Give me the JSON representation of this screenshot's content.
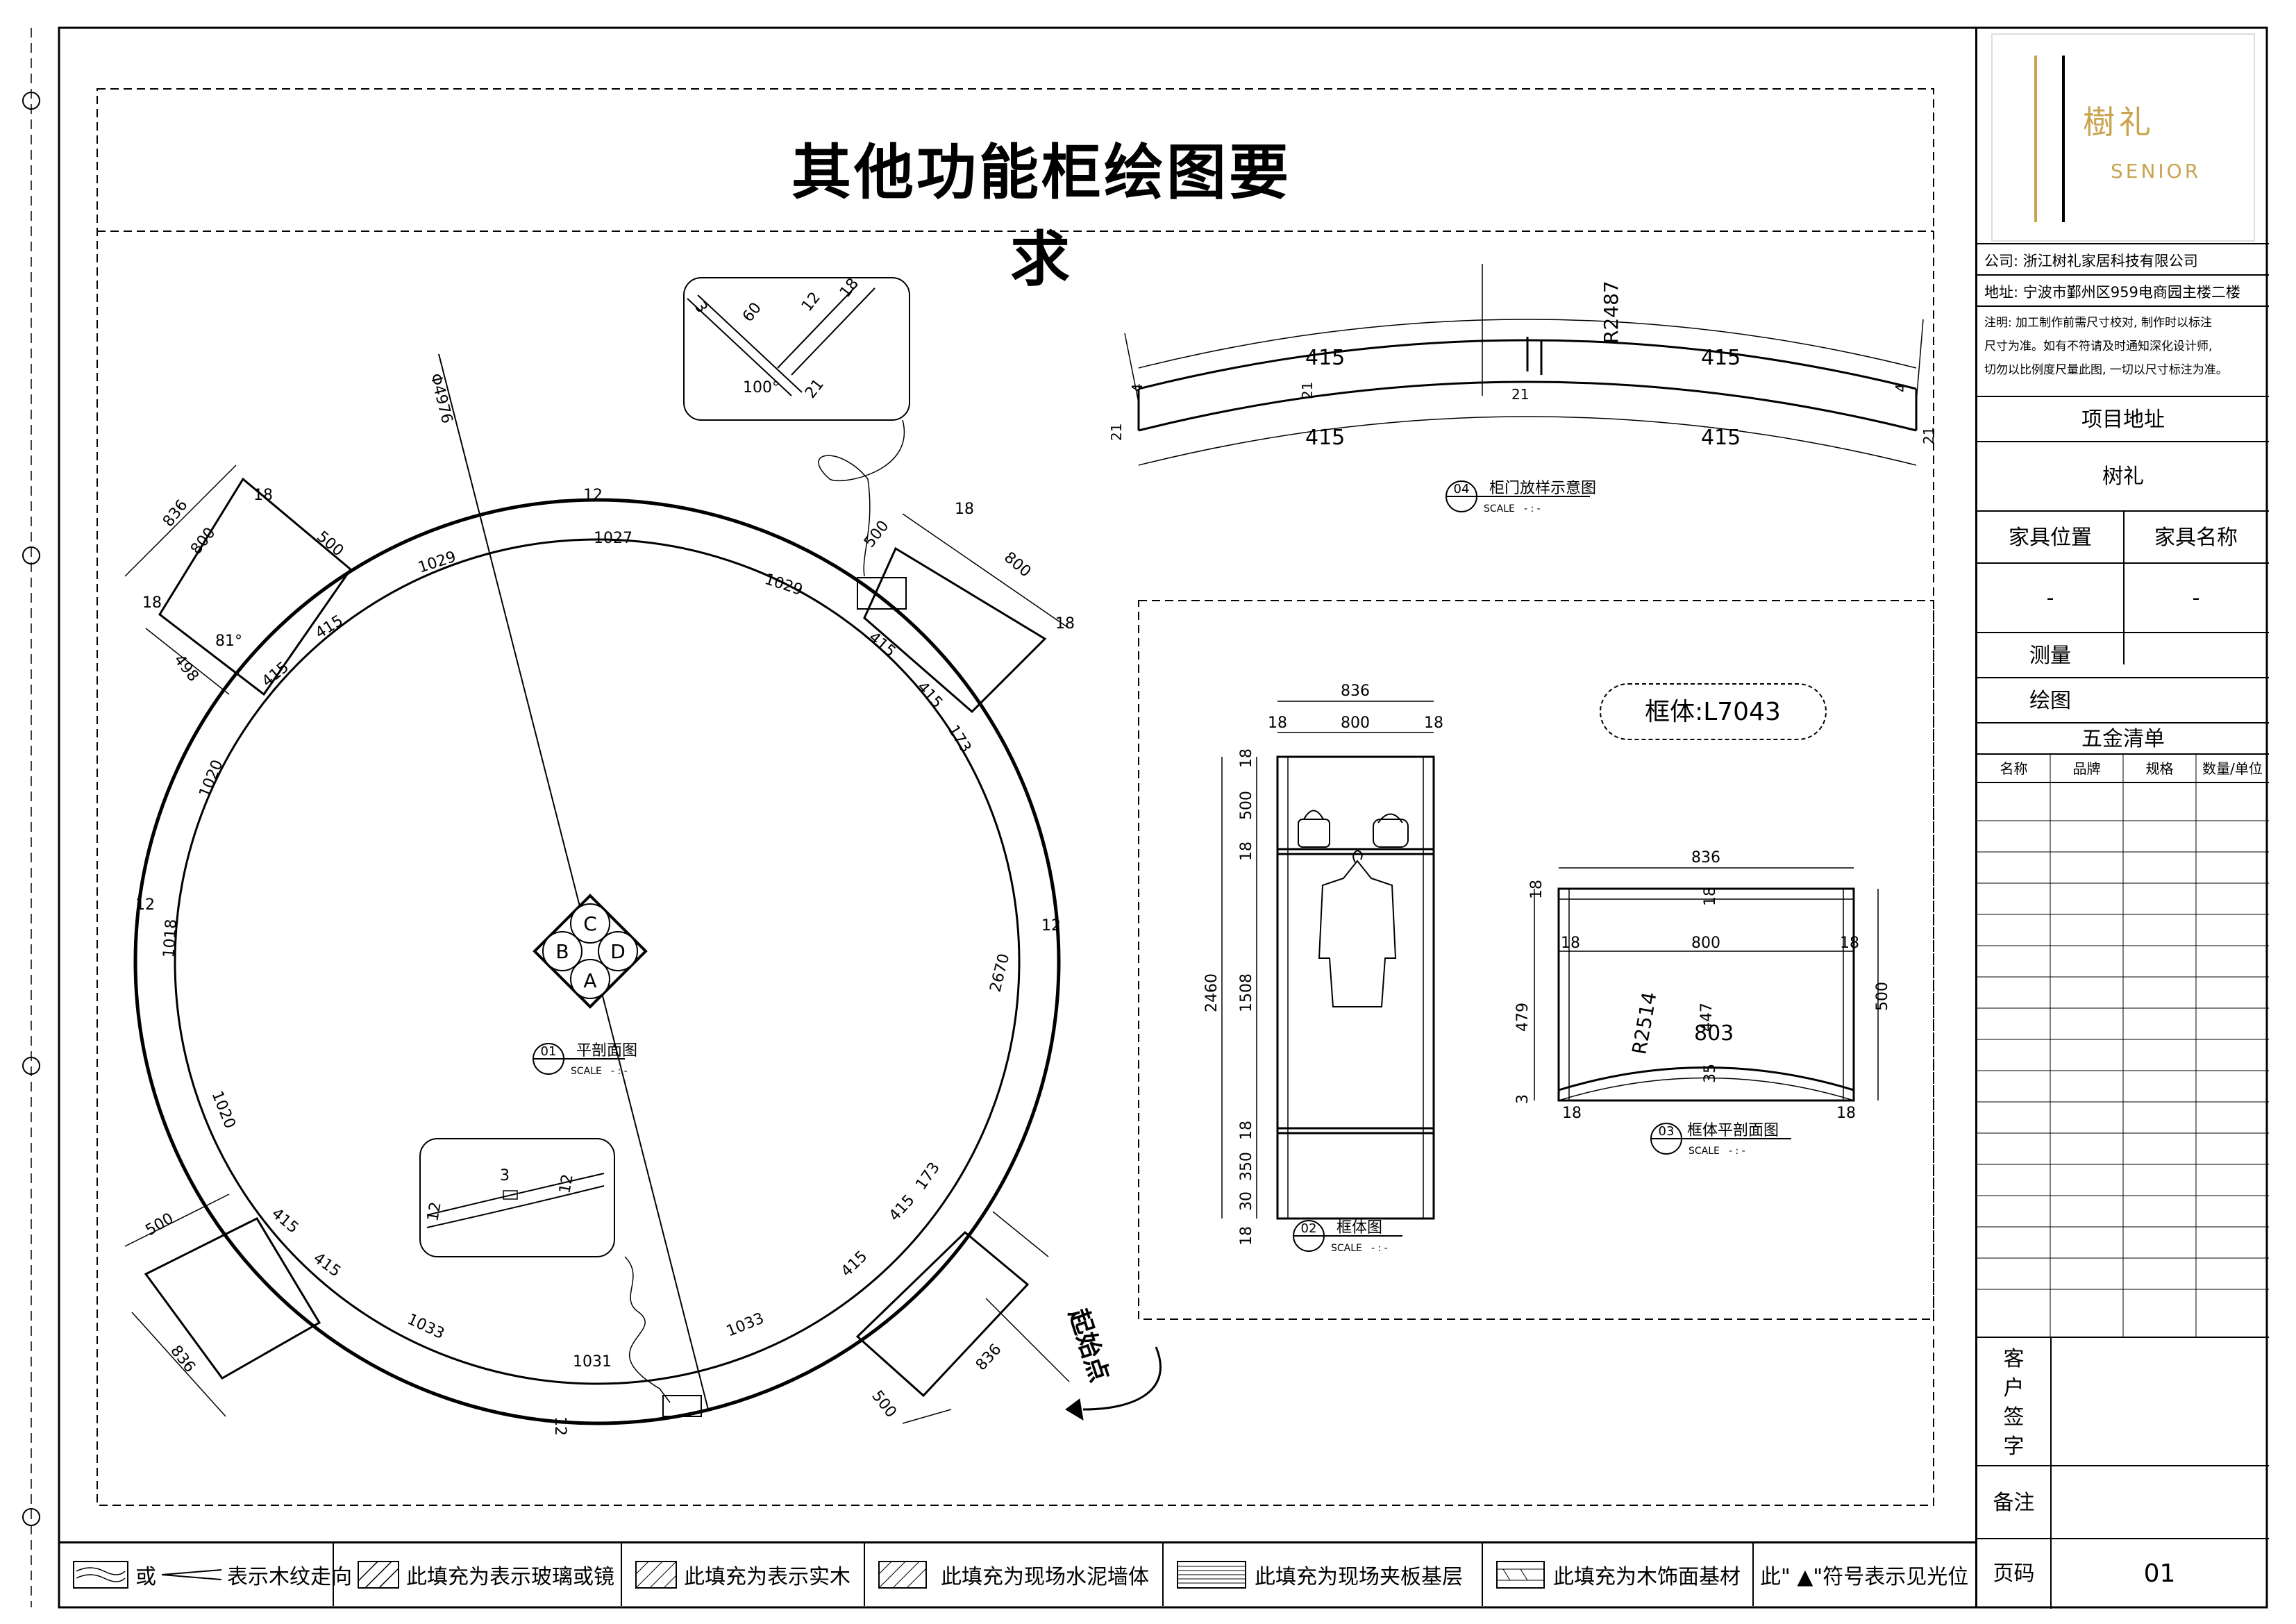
{
  "sheet": {
    "title": "其他功能柜绘图要求"
  },
  "views": {
    "v01": {
      "num": "01",
      "name": "平剖面图",
      "scale": "SCALE",
      "scale_ratio": "- : -"
    },
    "v02": {
      "num": "02",
      "name": "框体图",
      "scale": "SCALE",
      "scale_ratio": "- : -"
    },
    "v03": {
      "num": "03",
      "name": "框体平剖面图",
      "scale": "SCALE",
      "scale_ratio": "- : -"
    },
    "v04": {
      "num": "04",
      "name": "柜门放样示意图",
      "scale": "SCALE",
      "scale_ratio": "- : -"
    }
  },
  "plan": {
    "diameter": "Φ4976",
    "start_point": "起始点",
    "compass": {
      "a": "A",
      "b": "B",
      "c": "C",
      "d": "D"
    },
    "dims": {
      "d836a": "836",
      "d800a": "800",
      "d18a": "18",
      "d500a": "500",
      "d18b": "18",
      "d498": "498",
      "d81": "81°",
      "d500b": "500",
      "d800b": "800",
      "d18c": "18",
      "d18d": "18",
      "d1027": "1027",
      "d1029a": "1029",
      "d1029b": "1029",
      "d415a": "415",
      "d415b": "415",
      "d415c": "415",
      "d415d": "415",
      "d173a": "173",
      "d1020a": "1020",
      "d1018": "1018",
      "d1020b": "1020",
      "d2670": "2670",
      "d12a": "12",
      "d12b": "12",
      "d12c": "12",
      "d12d": "12",
      "d415e": "415",
      "d415f": "415",
      "d415g": "415",
      "d415h": "415",
      "d173b": "173",
      "d1033a": "1033",
      "d1031": "1031",
      "d1033b": "1033",
      "d500c": "500",
      "d836b": "836",
      "d500d": "500",
      "d836c": "836"
    },
    "detail_top": {
      "d60": "60",
      "d12": "12",
      "d18": "18",
      "d21": "21",
      "d100": "100°",
      "d3": "3"
    },
    "detail_bottom": {
      "d3": "3",
      "d12a": "12",
      "d12b": "12"
    }
  },
  "door": {
    "radius": "R2487",
    "d415a": "415",
    "d415b": "415",
    "d415c": "415",
    "d415d": "415",
    "d21a": "21",
    "d21b": "21",
    "d21c": "21",
    "d21d": "21",
    "d4a": "4",
    "d4b": "4"
  },
  "frame": {
    "badge": "框体:L7043",
    "w836": "836",
    "w800": "800",
    "w18a": "18",
    "w18b": "18",
    "h2460": "2460",
    "h18a": "18",
    "h500": "500",
    "h18b": "18",
    "h1508": "1508",
    "h18c": "18",
    "h350": "350",
    "h30": "30",
    "h18d": "18"
  },
  "section": {
    "w836": "836",
    "w800": "800",
    "d18a": "18",
    "d18b": "18",
    "d18c": "18",
    "d18d": "18",
    "d18e": "18",
    "d18f": "18",
    "h479": "479",
    "h447": "447",
    "h500": "500",
    "h35": "35",
    "h3": "3",
    "radius": "R2514",
    "arc": "803"
  },
  "titleblock": {
    "logo_cn": "樹礼",
    "logo_en": "SENIOR",
    "company": "公司: 浙江树礼家居科技有限公司",
    "address": "地址: 宁波市鄞州区959电商园主楼二楼",
    "note1": "注明: 加工制作前需尺寸校对, 制作时以标注",
    "note2": "尺寸为准。如有不符请及时通知深化设计师,",
    "note3": "切勿以比例度尺量此图, 一切以尺寸标注为准。",
    "project_label": "项目地址",
    "project_value": "树礼",
    "pos_label": "家具位置",
    "name_label": "家具名称",
    "pos_value": "-",
    "name_value": "-",
    "measure": "测量",
    "draw": "绘图",
    "hardware": "五金清单",
    "cols": [
      "名称",
      "品牌",
      "规格",
      "数量/单位"
    ],
    "client": [
      "客",
      "户",
      "签",
      "字"
    ],
    "remark": "备注",
    "page_label": "页码",
    "page_value": "01"
  },
  "legend": {
    "grain": "或",
    "grain2": "表示木纹走向",
    "glass": "此填充为表示玻璃或镜",
    "solid": "此填充为表示实木",
    "concrete": "此填充为现场水泥墙体",
    "plywood": "此填充为现场夹板基层",
    "veneer": "此填充为木饰面基材",
    "light": "此\" ▲\"符号表示见光位"
  }
}
